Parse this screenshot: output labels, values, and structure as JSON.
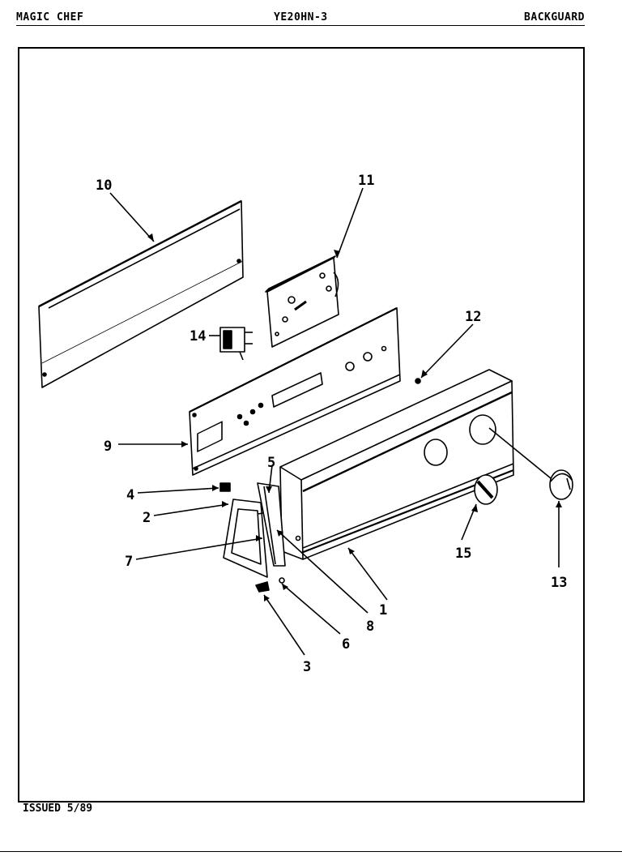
{
  "header": {
    "brand": "MAGIC CHEF",
    "model": "YE20HN-3",
    "section": "BACKGUARD"
  },
  "footer": {
    "issued": "ISSUED 5/89"
  },
  "callouts": [
    "1",
    "2",
    "3",
    "4",
    "5",
    "6",
    "7",
    "8",
    "9",
    "10",
    "11",
    "12",
    "13",
    "14",
    "15"
  ]
}
